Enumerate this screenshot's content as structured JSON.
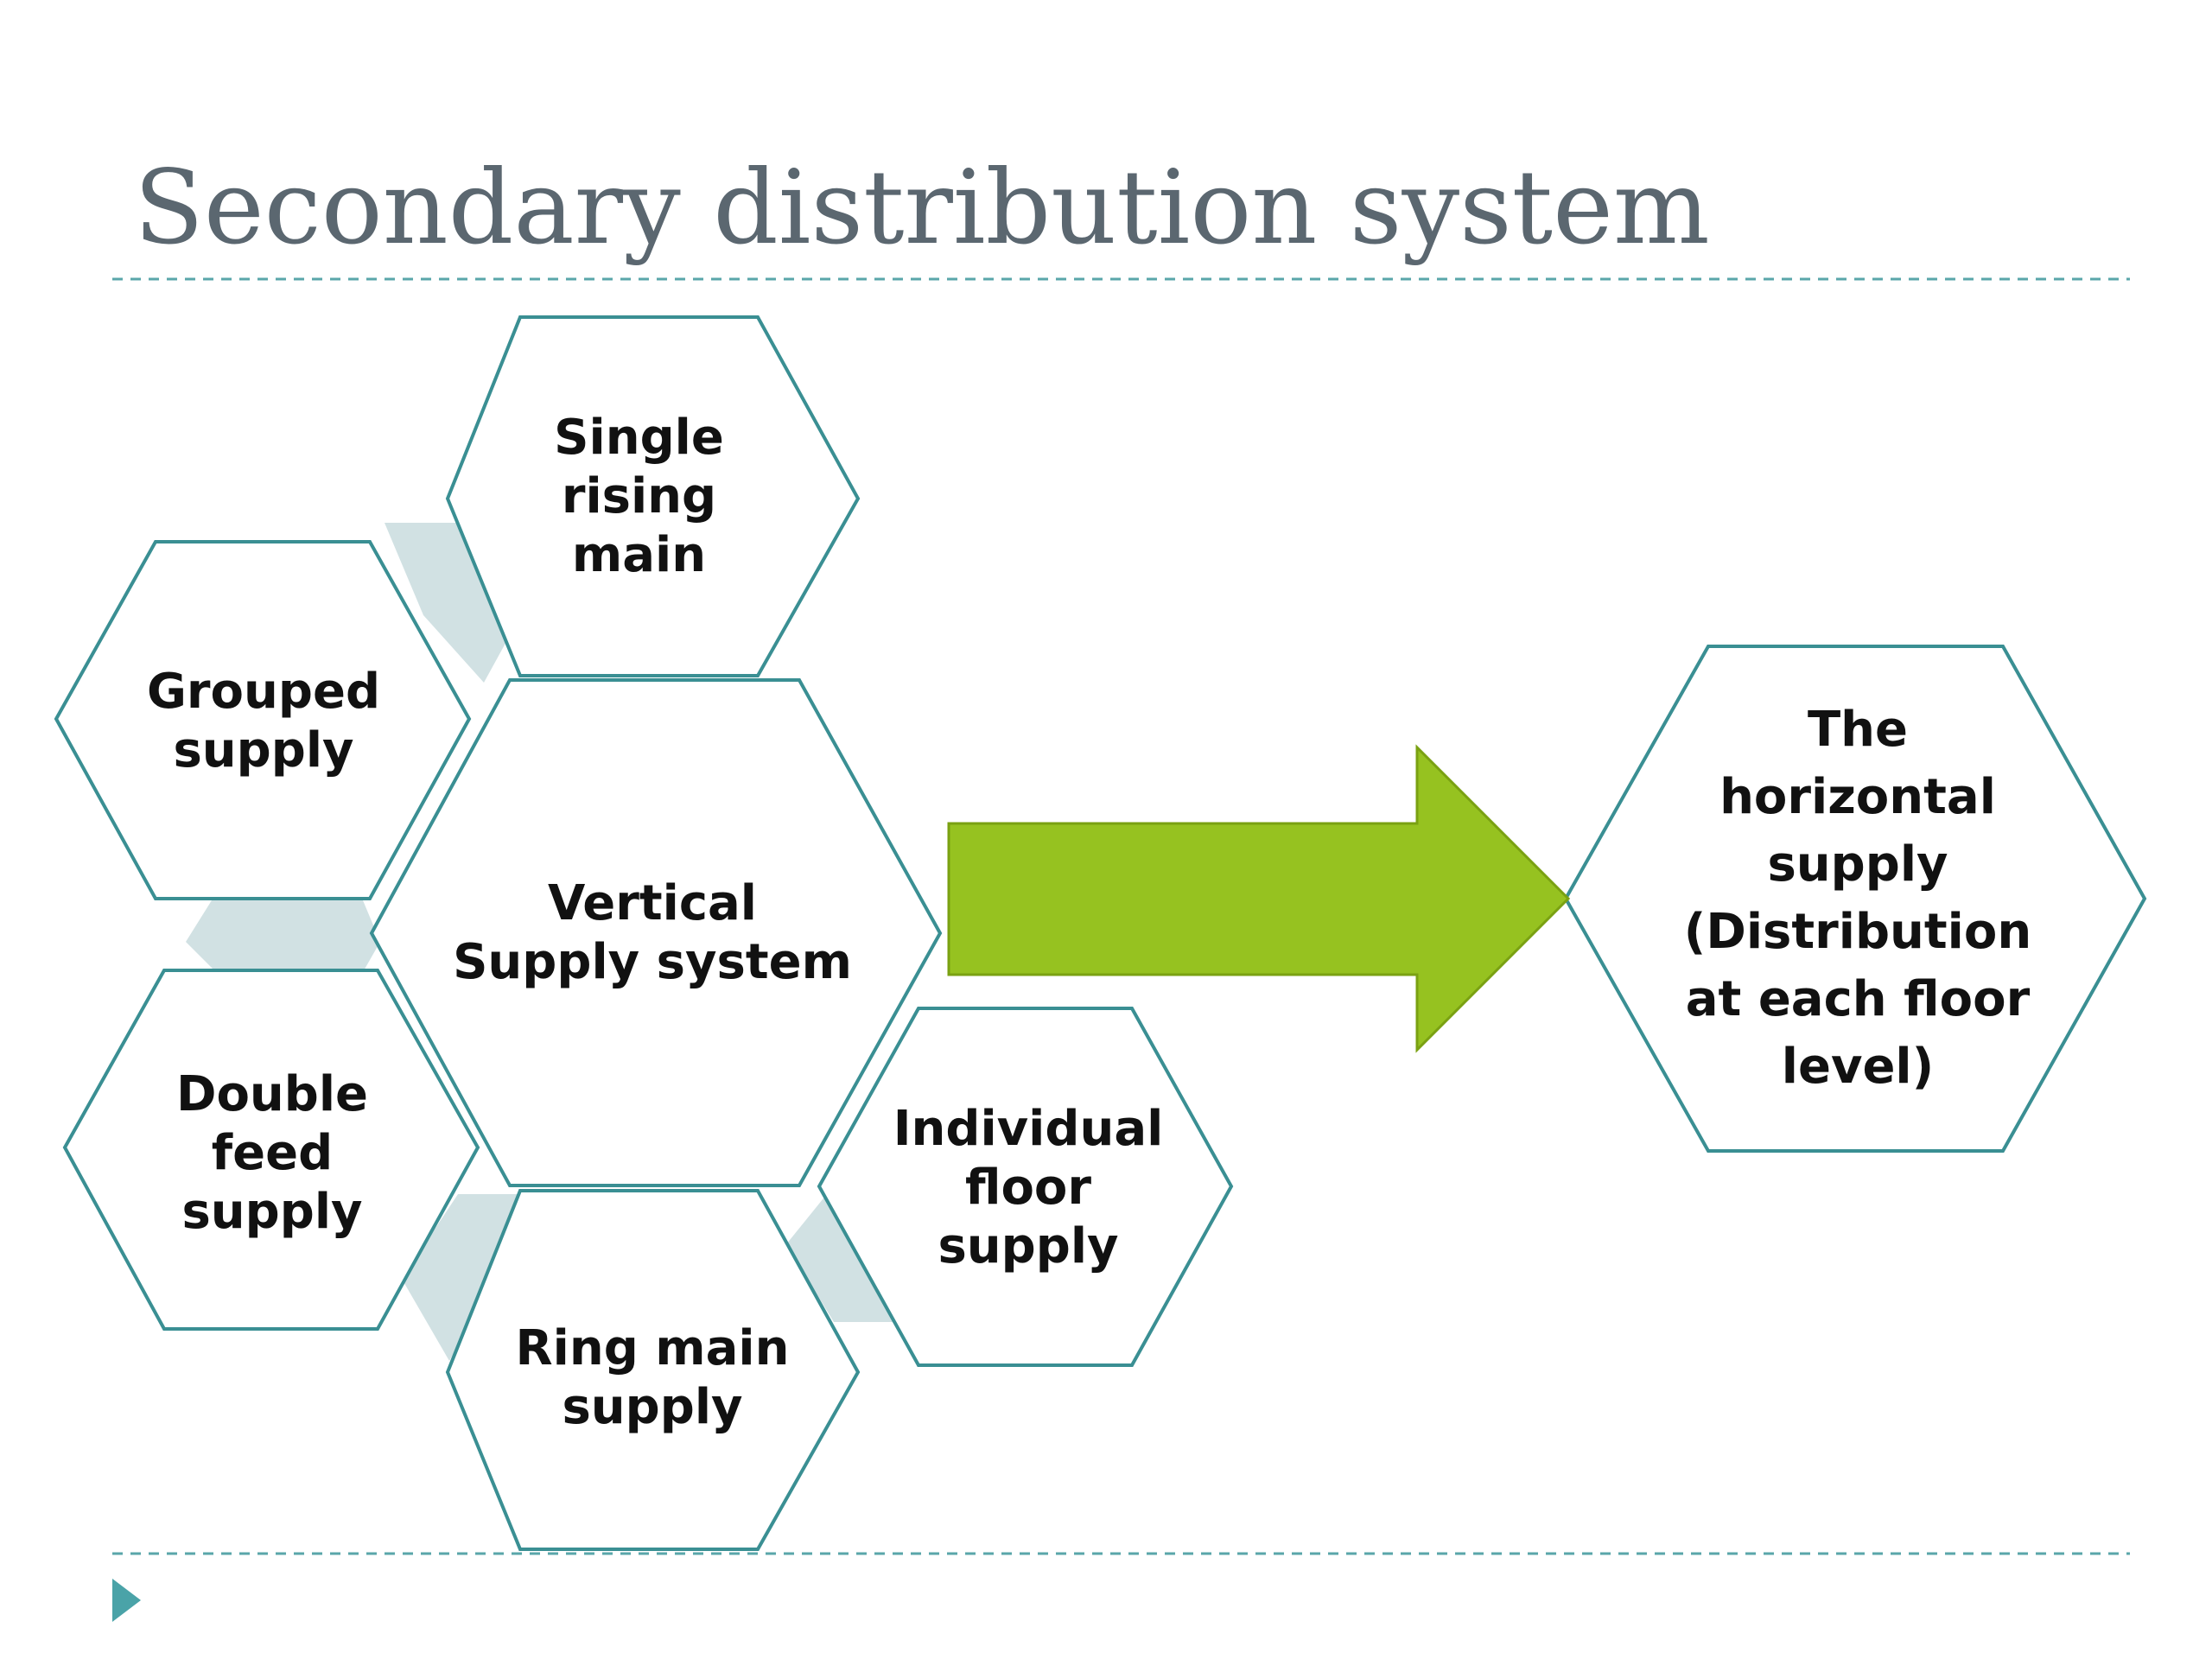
{
  "slide": {
    "title": "Secondary distribution system"
  },
  "diagram": {
    "colors": {
      "hex_outline": "#3a8f93",
      "connector_fill": "#d1e1e3",
      "arrow_fill": "#96c220",
      "arrow_outline": "#7aa112",
      "divider": "#5aa6aa",
      "bullet": "#4aa3a8"
    },
    "nodes": {
      "single_rising_main": "Single rising main",
      "grouped_supply": "Grouped supply",
      "vertical_supply_system": "Vertical Supply system",
      "double_feed_supply": "Double feed supply",
      "ring_main_supply": "Ring main supply",
      "individual_floor_supply": "Individual floor supply",
      "horizontal_supply": "The horizontal supply (Distribution at each floor level)"
    },
    "lines": {
      "single_rising_main": [
        "Single",
        "rising",
        "main"
      ],
      "grouped_supply": [
        "Grouped",
        "supply"
      ],
      "vertical_supply_system": [
        "Vertical",
        "Supply system"
      ],
      "double_feed_supply": [
        "Double",
        "feed",
        "supply"
      ],
      "ring_main_supply": [
        "Ring main",
        "supply"
      ],
      "individual_floor_supply": [
        "Individual",
        "floor",
        "supply"
      ],
      "horizontal_supply": [
        "The",
        "horizontal",
        "supply",
        "(Distribution",
        "at each floor",
        "level)"
      ]
    },
    "icons": {
      "flow_arrow": "right-arrow-icon",
      "slide_bullet": "triangle-bullet-icon"
    }
  }
}
